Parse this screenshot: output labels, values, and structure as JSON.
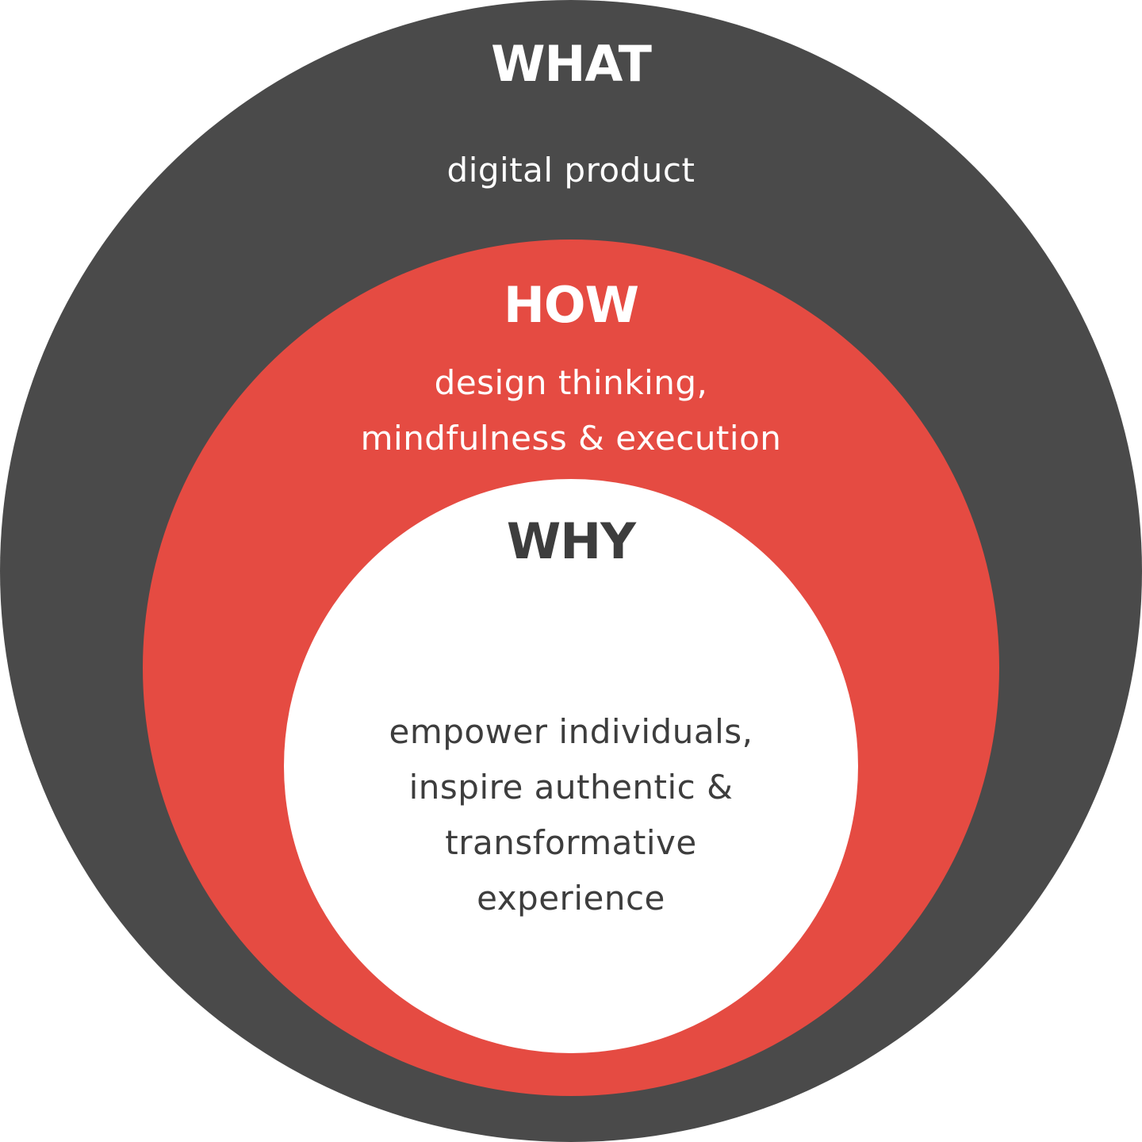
{
  "colors": {
    "what_fill": "#4a4a4a",
    "how_fill": "#e54b42",
    "why_fill": "#ffffff",
    "light_text": "#ffffff",
    "dark_text": "#3d3d3d"
  },
  "what": {
    "title": "WHAT",
    "description_lines": [
      "digital product"
    ]
  },
  "how": {
    "title": "HOW",
    "description_lines": [
      "design thinking,",
      "mindfulness & execution"
    ]
  },
  "why": {
    "title": "WHY",
    "description_lines": [
      "empower individuals,",
      "inspire authentic &",
      "transformative",
      "experience"
    ]
  }
}
